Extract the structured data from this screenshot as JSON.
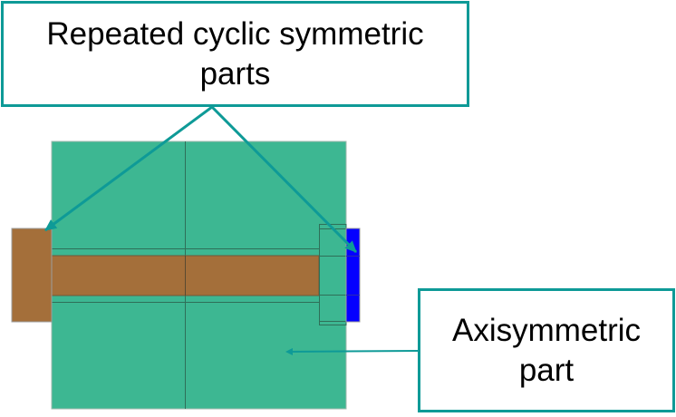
{
  "colors": {
    "axisymmetric_green": "#3db792",
    "cyclic_brown": "#a46f3a",
    "cyclic_blue": "#0500ff",
    "callout_teal": "#0e9a97",
    "mesh_line": "#2f6f58"
  },
  "callouts": {
    "top": {
      "line1": "Repeated cyclic symmetric",
      "line2": "parts"
    },
    "bottom": {
      "line1": "Axisymmetric",
      "line2": "part"
    }
  }
}
